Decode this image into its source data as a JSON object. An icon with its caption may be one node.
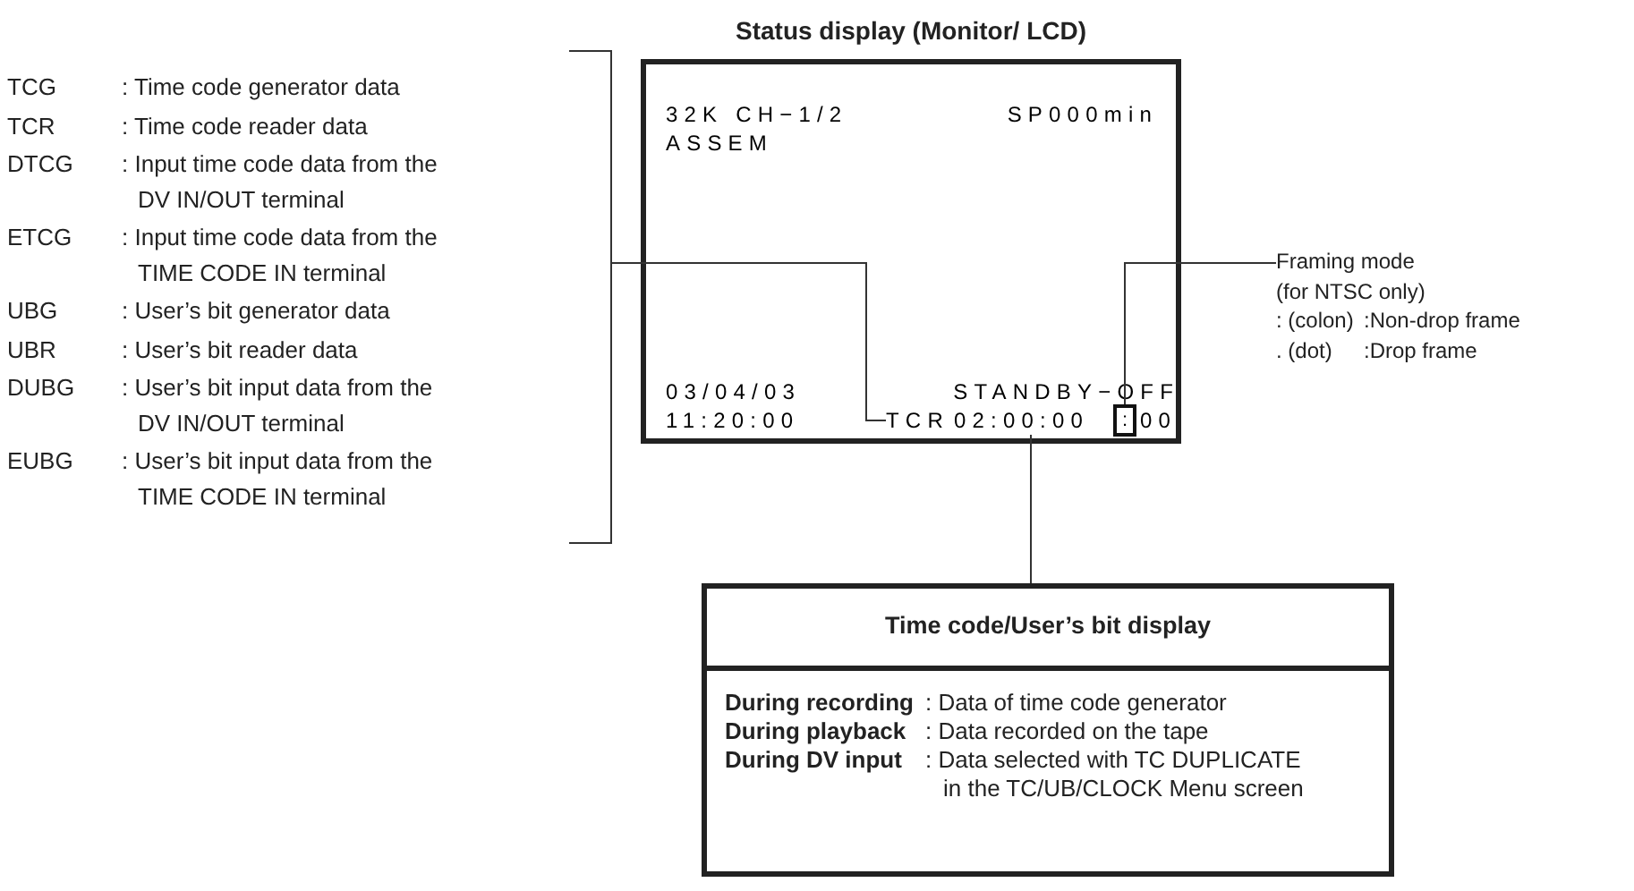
{
  "diagram": {
    "title": "Status display (Monitor/ LCD)",
    "nodes": [
      {
        "text": [
          "TCG",
          ": Time code generator data",
          "TCR",
          ": Time code reader data",
          "DTCG",
          ": Input time code data from the DV IN/OUT terminal",
          "ETCG",
          ": Input time code data from the TIME CODE IN terminal",
          "UBG",
          ": User’s bit generator data",
          "UBR",
          ": User’s bit reader data",
          "DUBG",
          ": User’s bit input data from the DV IN/OUT terminal",
          "EUBG",
          ": User’s bit input data from the TIME CODE IN terminal"
        ]
      },
      {
        "text": [],
        "shape": "box"
      },
      {
        "text": [
          "TCR"
        ],
        "in": 1
      },
      {
        "text": [
          "02:00:00"
        ],
        "in": 1
      },
      {
        "text": [
          ":"
        ],
        "in": 1
      },
      {
        "text": [
          "Framing mode",
          "(for NTSC only)",
          ": (colon)",
          ":Non-drop frame",
          ". (dot)",
          ":Drop frame"
        ]
      },
      {
        "text": [
          "Time code/User’s bit display",
          "During recording",
          ": Data of time code generator",
          "During playback",
          ": Data recorded on the tape",
          "During DV input",
          ": Data selected with TC DUPLICATE in the TC/UB/CLOCK Menu screen"
        ]
      }
    ],
    "edges": [
      {
        "from": 0,
        "to": 2,
        "arrow": "none"
      },
      {
        "from": 5,
        "to": 4,
        "arrow": "none"
      },
      {
        "from": 3,
        "to": 6,
        "arrow": "none"
      }
    ],
    "labels": [
      "32K CH−1/2",
      "SP000min",
      "ASSEM",
      "03/04/03",
      "STANDBY−OFF",
      "11:20:00",
      "00"
    ]
  }
}
